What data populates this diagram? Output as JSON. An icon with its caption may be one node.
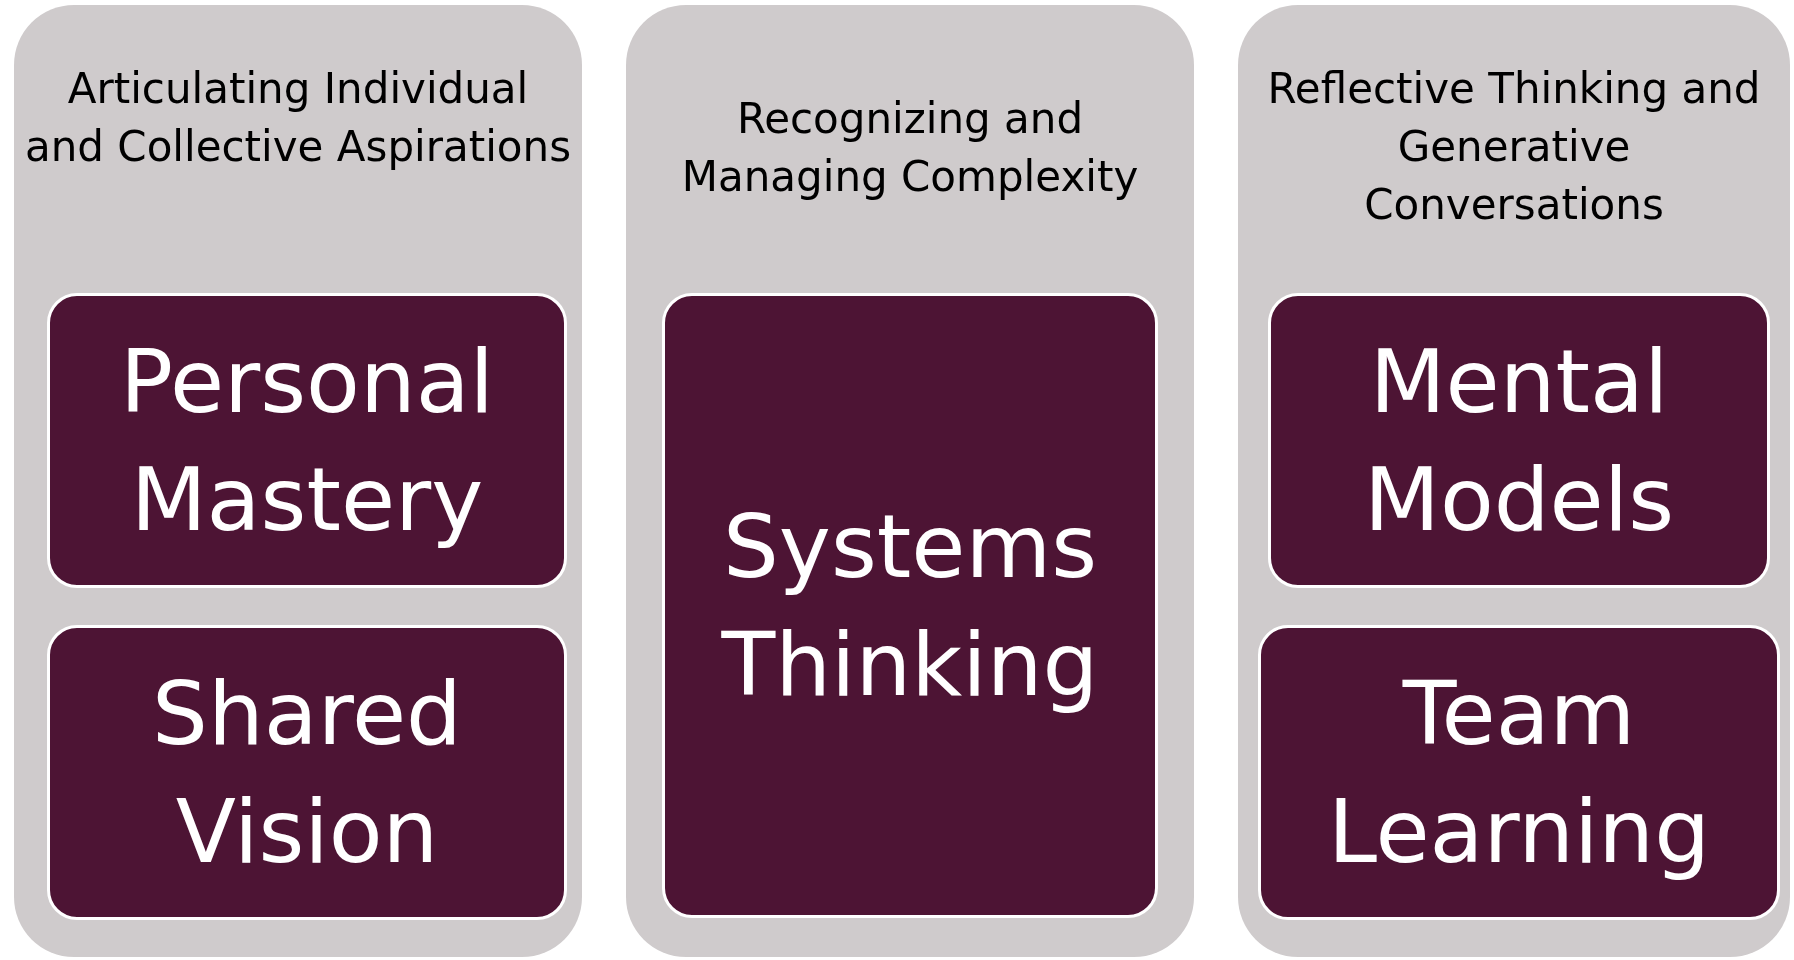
{
  "diagram": {
    "nodes": [
      {
        "text": [
          "Articulating Individual and Collective Aspirations"
        ]
      },
      {
        "text": [
          "Personal Mastery"
        ],
        "in": 0
      },
      {
        "text": [
          "Shared Vision"
        ],
        "in": 0
      },
      {
        "text": [
          "Recognizing and Managing Complexity"
        ]
      },
      {
        "text": [
          "Systems Thinking"
        ],
        "in": 3
      },
      {
        "text": [
          "Reflective Thinking and Generative Conversations"
        ]
      },
      {
        "text": [
          "Mental Models"
        ],
        "in": 5
      },
      {
        "text": [
          "Team Learning"
        ],
        "in": 5
      }
    ]
  }
}
